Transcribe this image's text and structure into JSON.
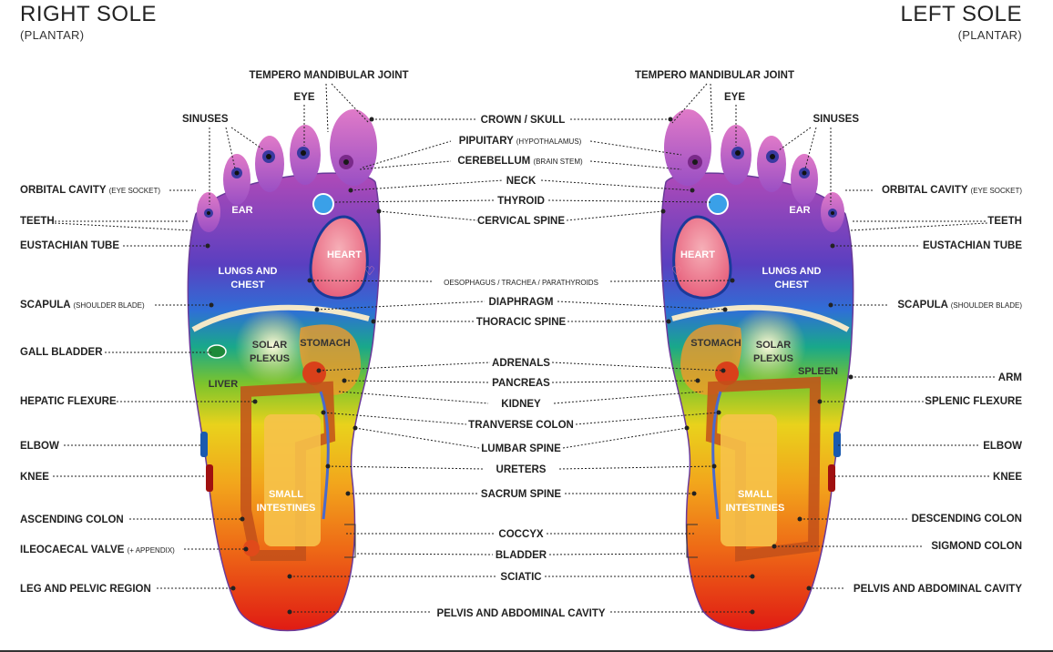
{
  "header": {
    "right_title": "RIGHT SOLE",
    "right_subtitle": "(PLANTAR)",
    "left_title": "LEFT SOLE",
    "left_subtitle": "(PLANTAR)"
  },
  "zones": {
    "ear": "EAR",
    "heart": "HEART",
    "lungs_line1": "LUNGS AND",
    "lungs_line2": "CHEST",
    "solar_line1": "SOLAR",
    "solar_line2": "PLEXUS",
    "stomach": "STOMACH",
    "liver": "LIVER",
    "spleen": "SPLEEN",
    "small_line1": "SMALL",
    "small_line2": "INTESTINES"
  },
  "center_labels": [
    {
      "main": "TEMPERO MANDIBULAR JOINT",
      "small": ""
    },
    {
      "main": "EYE",
      "small": ""
    },
    {
      "main": "CROWN / SKULL",
      "small": ""
    },
    {
      "main": "PIPUITARY",
      "small": "(HYPOTHALAMUS)"
    },
    {
      "main": "CEREBELLUM",
      "small": "(BRAIN STEM)"
    },
    {
      "main": "NECK",
      "small": ""
    },
    {
      "main": "THYROID",
      "small": ""
    },
    {
      "main": "CERVICAL SPINE",
      "small": ""
    },
    {
      "main": "",
      "small": "OESOPHAGUS / TRACHEA / PARATHYROIDS"
    },
    {
      "main": "DIAPHRAGM",
      "small": ""
    },
    {
      "main": "THORACIC SPINE",
      "small": ""
    },
    {
      "main": "ADRENALS",
      "small": ""
    },
    {
      "main": "PANCREAS",
      "small": ""
    },
    {
      "main": "KIDNEY",
      "small": ""
    },
    {
      "main": "TRANVERSE COLON",
      "small": ""
    },
    {
      "main": "LUMBAR SPINE",
      "small": ""
    },
    {
      "main": "URETERS",
      "small": ""
    },
    {
      "main": "SACRUM SPINE",
      "small": ""
    },
    {
      "main": "COCCYX",
      "small": ""
    },
    {
      "main": "BLADDER",
      "small": ""
    },
    {
      "main": "SCIATIC",
      "small": ""
    },
    {
      "main": "PELVIS AND ABDOMINAL CAVITY",
      "small": ""
    }
  ],
  "right_labels": [
    {
      "main": "SINUSES",
      "small": ""
    },
    {
      "main": "ORBITAL CAVITY",
      "small": "(EYE SOCKET)"
    },
    {
      "main": "TEETH",
      "small": ""
    },
    {
      "main": "EUSTACHIAN TUBE",
      "small": ""
    },
    {
      "main": "SCAPULA",
      "small": "(SHOULDER BLADE)"
    },
    {
      "main": "GALL BLADDER",
      "small": ""
    },
    {
      "main": "HEPATIC FLEXURE",
      "small": ""
    },
    {
      "main": "ELBOW",
      "small": ""
    },
    {
      "main": "KNEE",
      "small": ""
    },
    {
      "main": "ASCENDING COLON",
      "small": ""
    },
    {
      "main": "ILEOCAECAL VALVE",
      "small": "(+ APPENDIX)"
    },
    {
      "main": "LEG AND PELVIC REGION",
      "small": ""
    }
  ],
  "left_labels": [
    {
      "main": "TEMPERO MANDIBULAR JOINT",
      "small": ""
    },
    {
      "main": "EYE",
      "small": ""
    },
    {
      "main": "SINUSES",
      "small": ""
    },
    {
      "main": "ORBITAL CAVITY",
      "small": "(EYE SOCKET)"
    },
    {
      "main": "TEETH",
      "small": ""
    },
    {
      "main": "EUSTACHIAN TUBE",
      "small": ""
    },
    {
      "main": "SCAPULA",
      "small": "(SHOULDER BLADE)"
    },
    {
      "main": "ARM",
      "small": ""
    },
    {
      "main": "SPLENIC FLEXURE",
      "small": ""
    },
    {
      "main": "ELBOW",
      "small": ""
    },
    {
      "main": "KNEE",
      "small": ""
    },
    {
      "main": "DESCENDING COLON",
      "small": ""
    },
    {
      "main": "SIGMOND COLON",
      "small": ""
    },
    {
      "main": "PELVIS AND ABDOMINAL CAVITY",
      "small": ""
    }
  ]
}
